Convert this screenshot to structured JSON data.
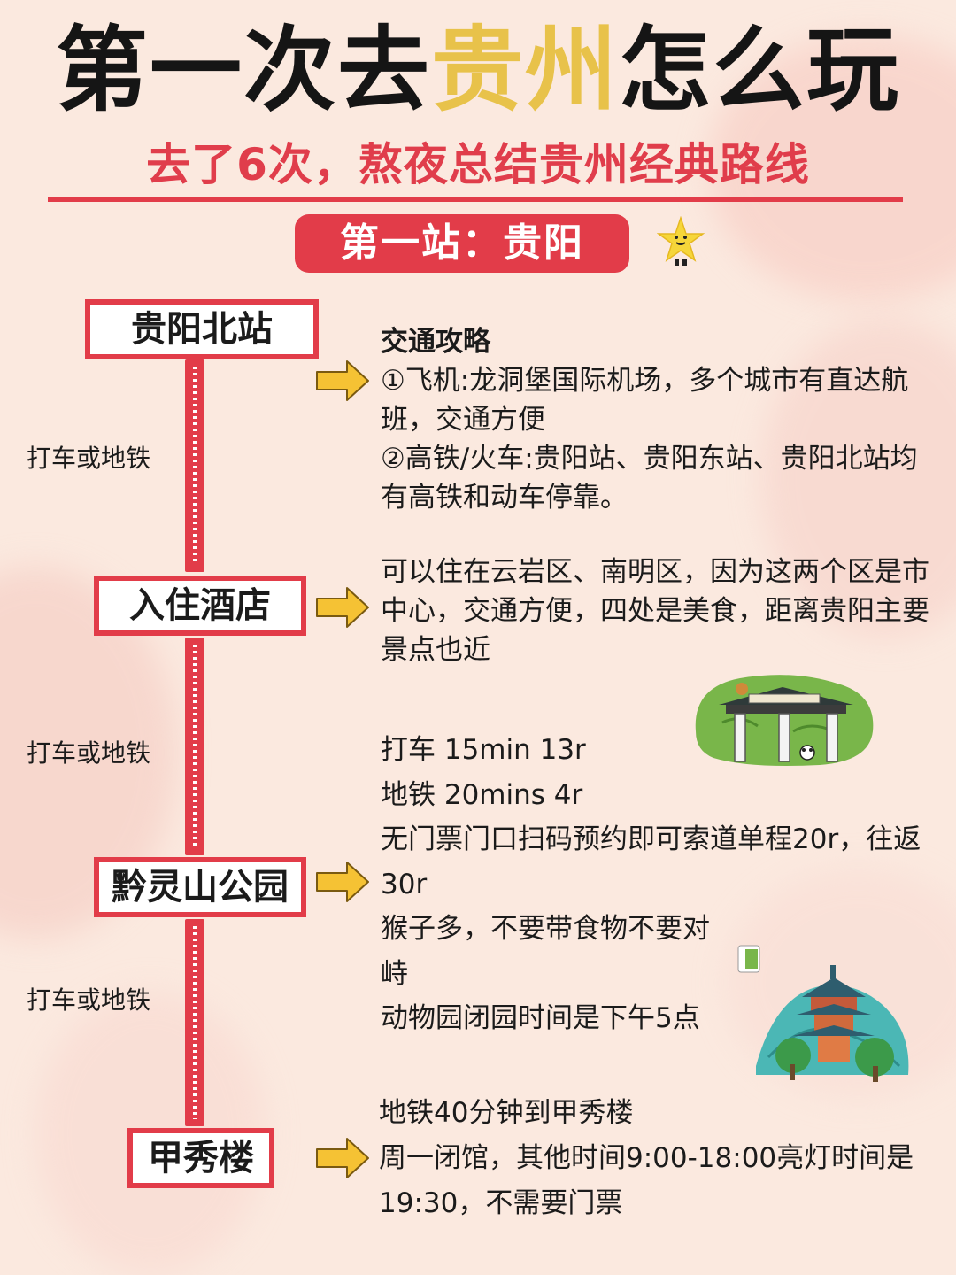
{
  "header": {
    "title_prefix": "第一次去",
    "title_highlight": "贵州",
    "title_suffix": "怎么玩",
    "subtitle": "去了6次，熬夜总结贵州经典路线",
    "station": "第一站：贵阳"
  },
  "colors": {
    "accent_red": "#e23c49",
    "highlight_yellow": "#e8c24a",
    "arrow_yellow": "#f5c234",
    "background": "#fbe9df"
  },
  "timeline": {
    "nodes": [
      {
        "label": "贵阳北站"
      },
      {
        "label": "入住酒店"
      },
      {
        "label": "黔灵山公园"
      },
      {
        "label": "甲秀楼"
      }
    ],
    "connectors": [
      {
        "label": "打车或地铁"
      },
      {
        "label": "打车或地铁"
      },
      {
        "label": "打车或地铁"
      }
    ]
  },
  "details": {
    "station_north": {
      "heading": "交通攻略",
      "lines": [
        "①飞机:龙洞堡国际机场，多个城市有直达航班，交通方便",
        "②高铁/火车:贵阳站、贵阳东站、贵阳北站均有高铁和动车停靠。"
      ]
    },
    "hotel": {
      "lines": [
        "可以住在云岩区、南明区，因为这两个区是市中心，交通方便，四处是美食，距离贵阳主要景点也近"
      ]
    },
    "qianling": {
      "lines": [
        "打车 15min 13r",
        "地铁 20mins 4r",
        "无门票门口扫码预约即可索道单程20r，往返30r",
        "猴子多，不要带食物不要对峙",
        "动物园闭园时间是下午5点"
      ]
    },
    "jiaxiu": {
      "lines": [
        "地铁40分钟到甲秀楼",
        "周一闭馆，其他时间9:00-18:00亮灯时间是19:30，不需要门票"
      ]
    }
  },
  "icons": {
    "star": "star-mascot-icon",
    "arrow": "right-arrow-icon",
    "gate": "park-gate-illustration",
    "pavilion": "pavilion-illustration"
  }
}
